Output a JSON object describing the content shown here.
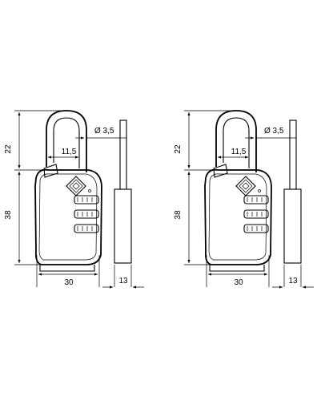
{
  "drawings": [
    {
      "id": "left",
      "dims": {
        "shackle_height": "22",
        "body_height": "38",
        "body_width": "30",
        "shackle_inner_width": "11,5",
        "shackle_diameter": "Ø 3,5",
        "thickness": "13"
      }
    },
    {
      "id": "right",
      "dims": {
        "shackle_height": "22",
        "body_height": "38",
        "body_width": "30",
        "shackle_inner_width": "11,5",
        "shackle_diameter": "Ø 3,5",
        "thickness": "13"
      }
    }
  ]
}
